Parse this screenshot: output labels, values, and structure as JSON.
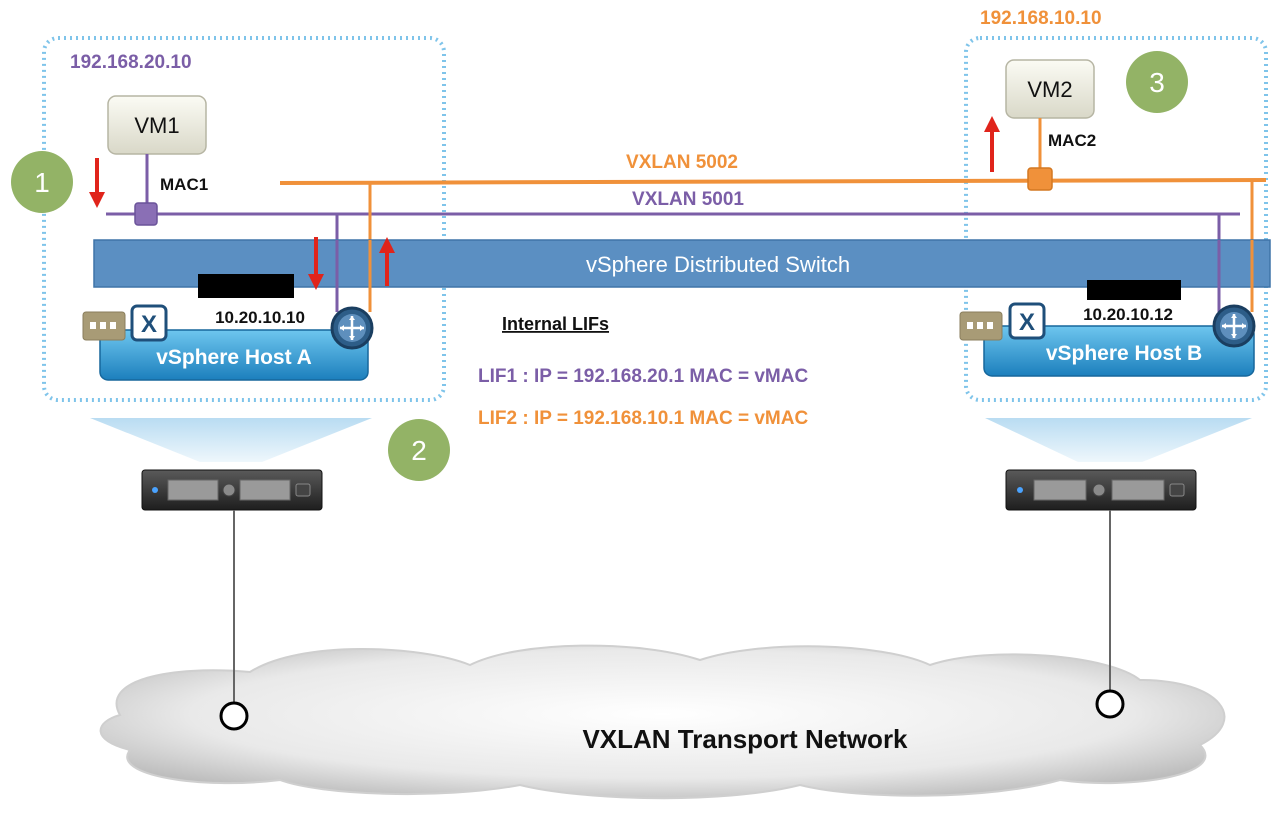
{
  "colors": {
    "purple": "#7b5ea7",
    "orange": "#f0913a",
    "switch_blue": "#5b8fc2",
    "host_blue": "#2a8fc8",
    "step_green": "#93b366",
    "arrow_red": "#e0241b",
    "dotted_border": "#7fc4ea"
  },
  "host_a": {
    "vm_ip": "192.168.20.10",
    "vm_label": "VM1",
    "mac_label": "MAC1",
    "host_label": "vSphere Host A",
    "host_ip": "10.20.10.10"
  },
  "host_b": {
    "vm_ip": "192.168.10.10",
    "vm_label": "VM2",
    "mac_label": "MAC2",
    "host_label": "vSphere Host B",
    "host_ip": "10.20.10.12"
  },
  "networks": {
    "vxlan_orange": "VXLAN 5002",
    "vxlan_purple": "VXLAN 5001",
    "switch_label": "vSphere Distributed Switch",
    "transport_label": "VXLAN Transport Network"
  },
  "lifs": {
    "heading": "Internal LIFs",
    "lif1": "LIF1 : IP = 192.168.20.1 MAC = vMAC",
    "lif2": "LIF2 : IP = 192.168.10.1 MAC = vMAC"
  },
  "steps": [
    "1",
    "2",
    "3"
  ],
  "icons": {
    "router": "router-icon",
    "nsx": "nsx-x-icon",
    "nic": "nic-card-icon",
    "server": "server-icon"
  }
}
